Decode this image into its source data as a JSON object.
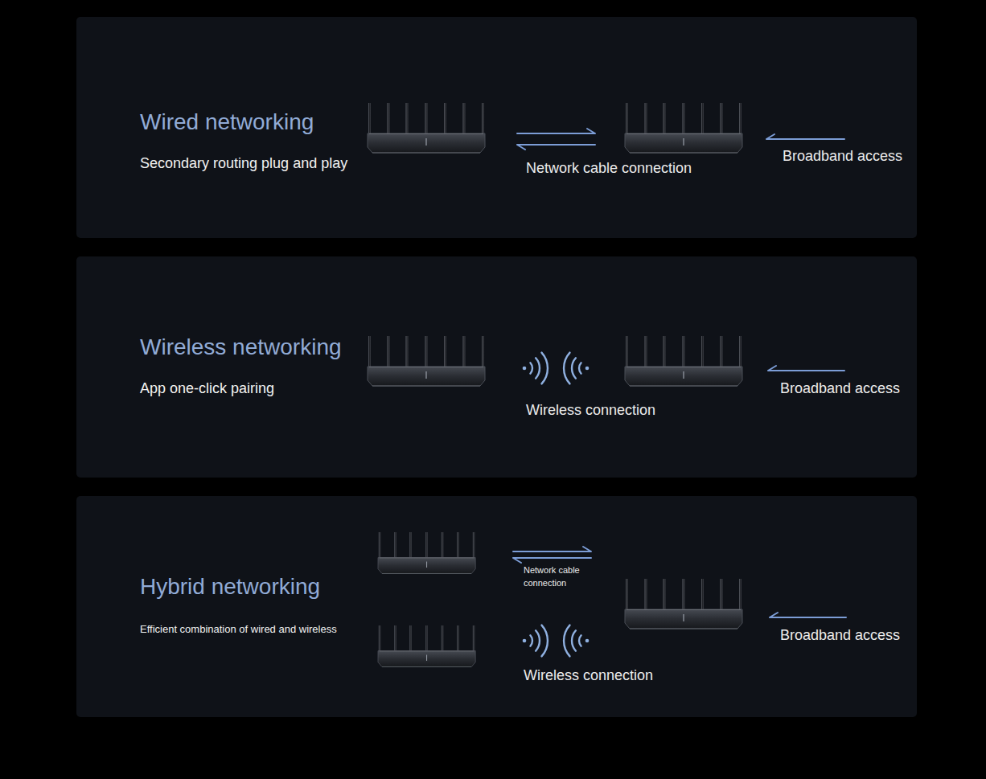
{
  "diagram": {
    "nodes": [
      {
        "text": [
          "Wired networking",
          "Secondary routing plug and play"
        ]
      },
      {
        "text": [
          "Wireless networking",
          "App one-click pairing"
        ]
      },
      {
        "text": [
          "Hybrid networking",
          "Efficient combination of wired and wireless"
        ]
      }
    ],
    "labels": [
      "Network cable connection",
      "Broadband access",
      "Wireless connection",
      "Broadband access",
      "Network cable connection",
      "Wireless connection",
      "Broadband access"
    ]
  }
}
